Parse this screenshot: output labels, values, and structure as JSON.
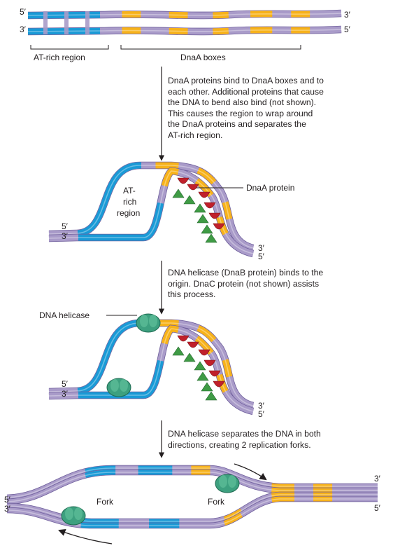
{
  "colors": {
    "at_rich": "#1a9ad6",
    "dnaa_box": "#f7b21a",
    "backbone": "#a99bc9",
    "dnaa_protein_red": "#c0202b",
    "dnaa_protein_green": "#3f9b45",
    "helicase": "#3da07f",
    "text": "#231f20"
  },
  "icons": [
    "dnaa-protein-icon",
    "dna-helicase-icon",
    "arrow-icon"
  ],
  "panel1": {
    "five_prime_top": "5′",
    "three_prime_bottom": "3′",
    "three_prime_right": "3′",
    "five_prime_right": "5′",
    "at_rich_label": "AT-rich region",
    "dnaa_boxes_label": "DnaA boxes"
  },
  "step1_text": "DnaA proteins bind to DnaA boxes and to\neach other. Additional proteins that cause\nthe DNA to bend also bind (not shown).\nThis causes the region to wrap around\nthe DnaA proteins and separates the\nAT-rich region.",
  "panel2": {
    "at_rich_line1": "AT-",
    "at_rich_line2": "rich",
    "at_rich_line3": "region",
    "dnaa_protein_label": "DnaA protein",
    "five_prime_left": "5′",
    "three_prime_left": "3′",
    "three_prime_end": "3′",
    "five_prime_end": "5′"
  },
  "step2_text": "DNA helicase (DnaB protein) binds to the\norigin. DnaC protein (not shown) assists\nthis process.",
  "panel3": {
    "dna_helicase_label": "DNA helicase",
    "five_prime_left": "5′",
    "three_prime_left": "3′",
    "three_prime_end": "3′",
    "five_prime_end": "5′"
  },
  "step3_text": "DNA helicase separates the DNA in both\ndirections, creating 2 replication forks.",
  "panel4": {
    "fork_left_label": "Fork",
    "fork_right_label": "Fork",
    "five_prime_left": "5′",
    "three_prime_left": "3′",
    "three_prime_right": "3′",
    "five_prime_right": "5′"
  }
}
